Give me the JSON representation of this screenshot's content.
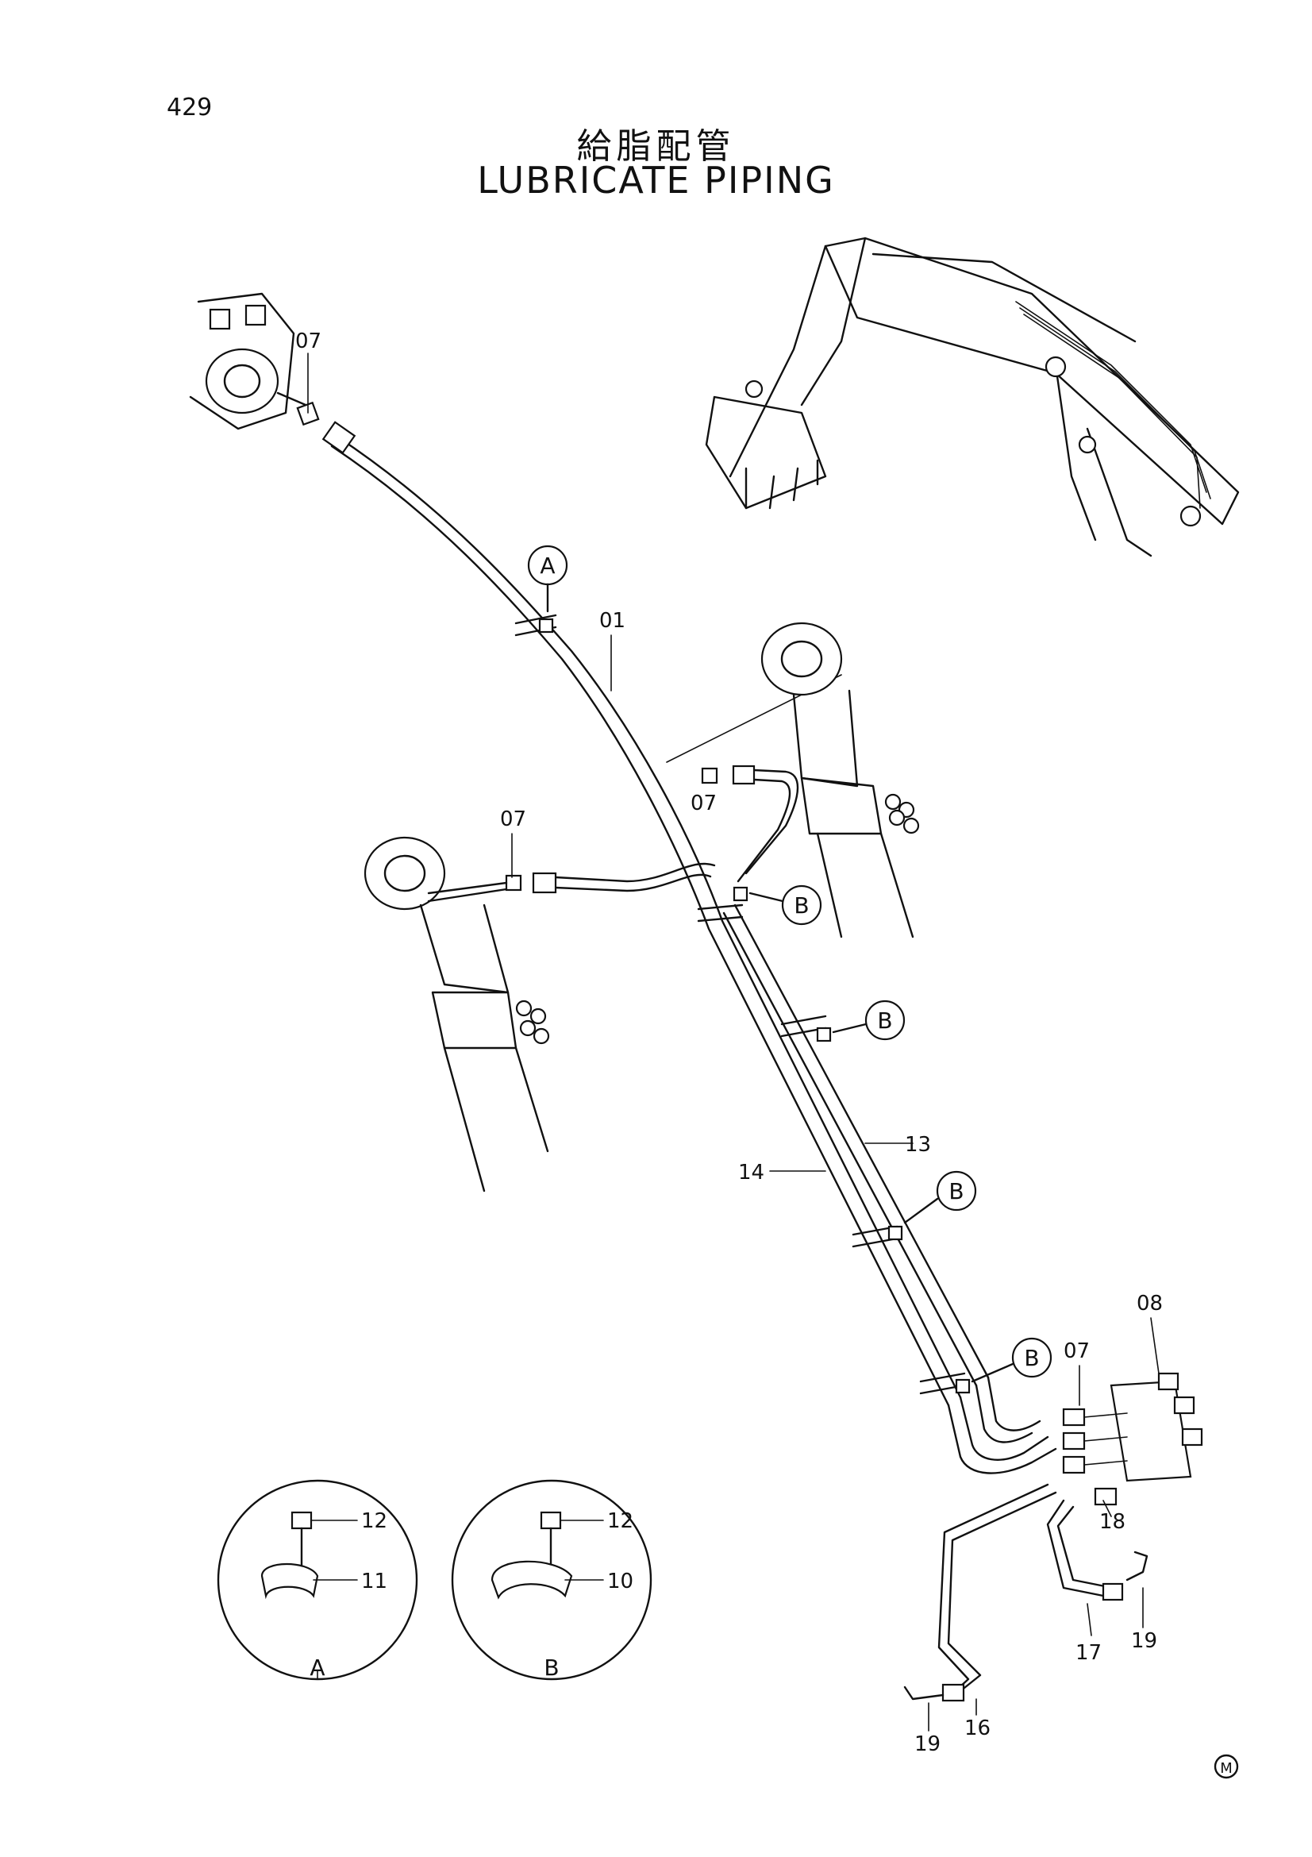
{
  "page_number": "429",
  "title_ja": "給脂配管",
  "title_en": "LUBRICATE PIPING",
  "callouts": {
    "c01": "01",
    "c07a": "07",
    "c07b": "07",
    "c07c": "07",
    "c07d": "07",
    "c08": "08",
    "c10": "10",
    "c11": "11",
    "c12a": "12",
    "c12b": "12",
    "c13": "13",
    "c14": "14",
    "c16": "16",
    "c17": "17",
    "c18": "18",
    "c19a": "19",
    "c19b": "19"
  },
  "detail_bubbles": {
    "a": "A",
    "b1": "B",
    "b2": "B",
    "b3": "B",
    "b4": "B"
  },
  "detail_views": {
    "a_label": "A",
    "b_label": "B"
  },
  "marker": "M"
}
